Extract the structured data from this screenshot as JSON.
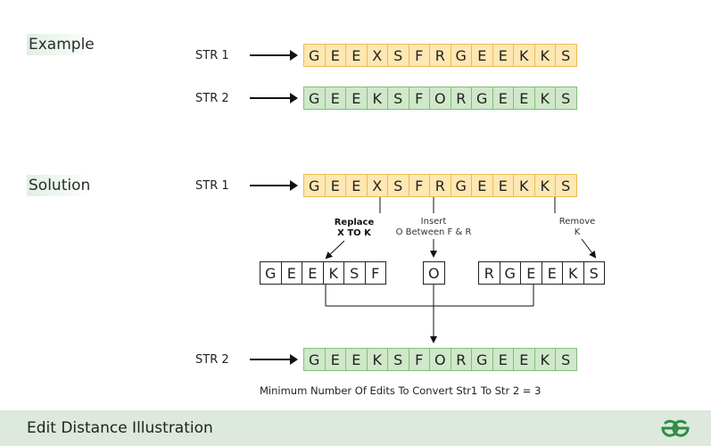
{
  "example": {
    "label": "Example",
    "str1_label": "STR 1",
    "str2_label": "STR 2",
    "str1": [
      "G",
      "E",
      "E",
      "X",
      "S",
      "F",
      "R",
      "G",
      "E",
      "E",
      "K",
      "K",
      "S"
    ],
    "str2": [
      "G",
      "E",
      "E",
      "K",
      "S",
      "F",
      "O",
      "R",
      "G",
      "E",
      "E",
      "K",
      "S"
    ]
  },
  "solution": {
    "label": "Solution",
    "str1_label": "STR 1",
    "str2_label": "STR 2",
    "str1": [
      "G",
      "E",
      "E",
      "X",
      "S",
      "F",
      "R",
      "G",
      "E",
      "E",
      "K",
      "K",
      "S"
    ],
    "str2": [
      "G",
      "E",
      "E",
      "K",
      "S",
      "F",
      "O",
      "R",
      "G",
      "E",
      "E",
      "K",
      "S"
    ],
    "replace_line1": "Replace",
    "replace_line2": "X TO K",
    "insert_line1": "Insert",
    "insert_line2": "O Between F & R",
    "remove_line1": "Remove",
    "remove_line2": "K",
    "part1": [
      "G",
      "E",
      "E",
      "K",
      "S",
      "F"
    ],
    "part2": [
      "O"
    ],
    "part3": [
      "R",
      "G",
      "E",
      "E",
      "K",
      "S"
    ],
    "result": "Minimum Number Of Edits To Convert Str1 To Str 2 = 3"
  },
  "footer": {
    "title": "Edit Distance Illustration",
    "logo_icon": "geeksforgeeks-logo-icon"
  },
  "colors": {
    "str1_fill": "#fde7b2",
    "str2_fill": "#cfe8c9",
    "footer_bg": "#dce9dc",
    "logo": "#2f8d46"
  }
}
